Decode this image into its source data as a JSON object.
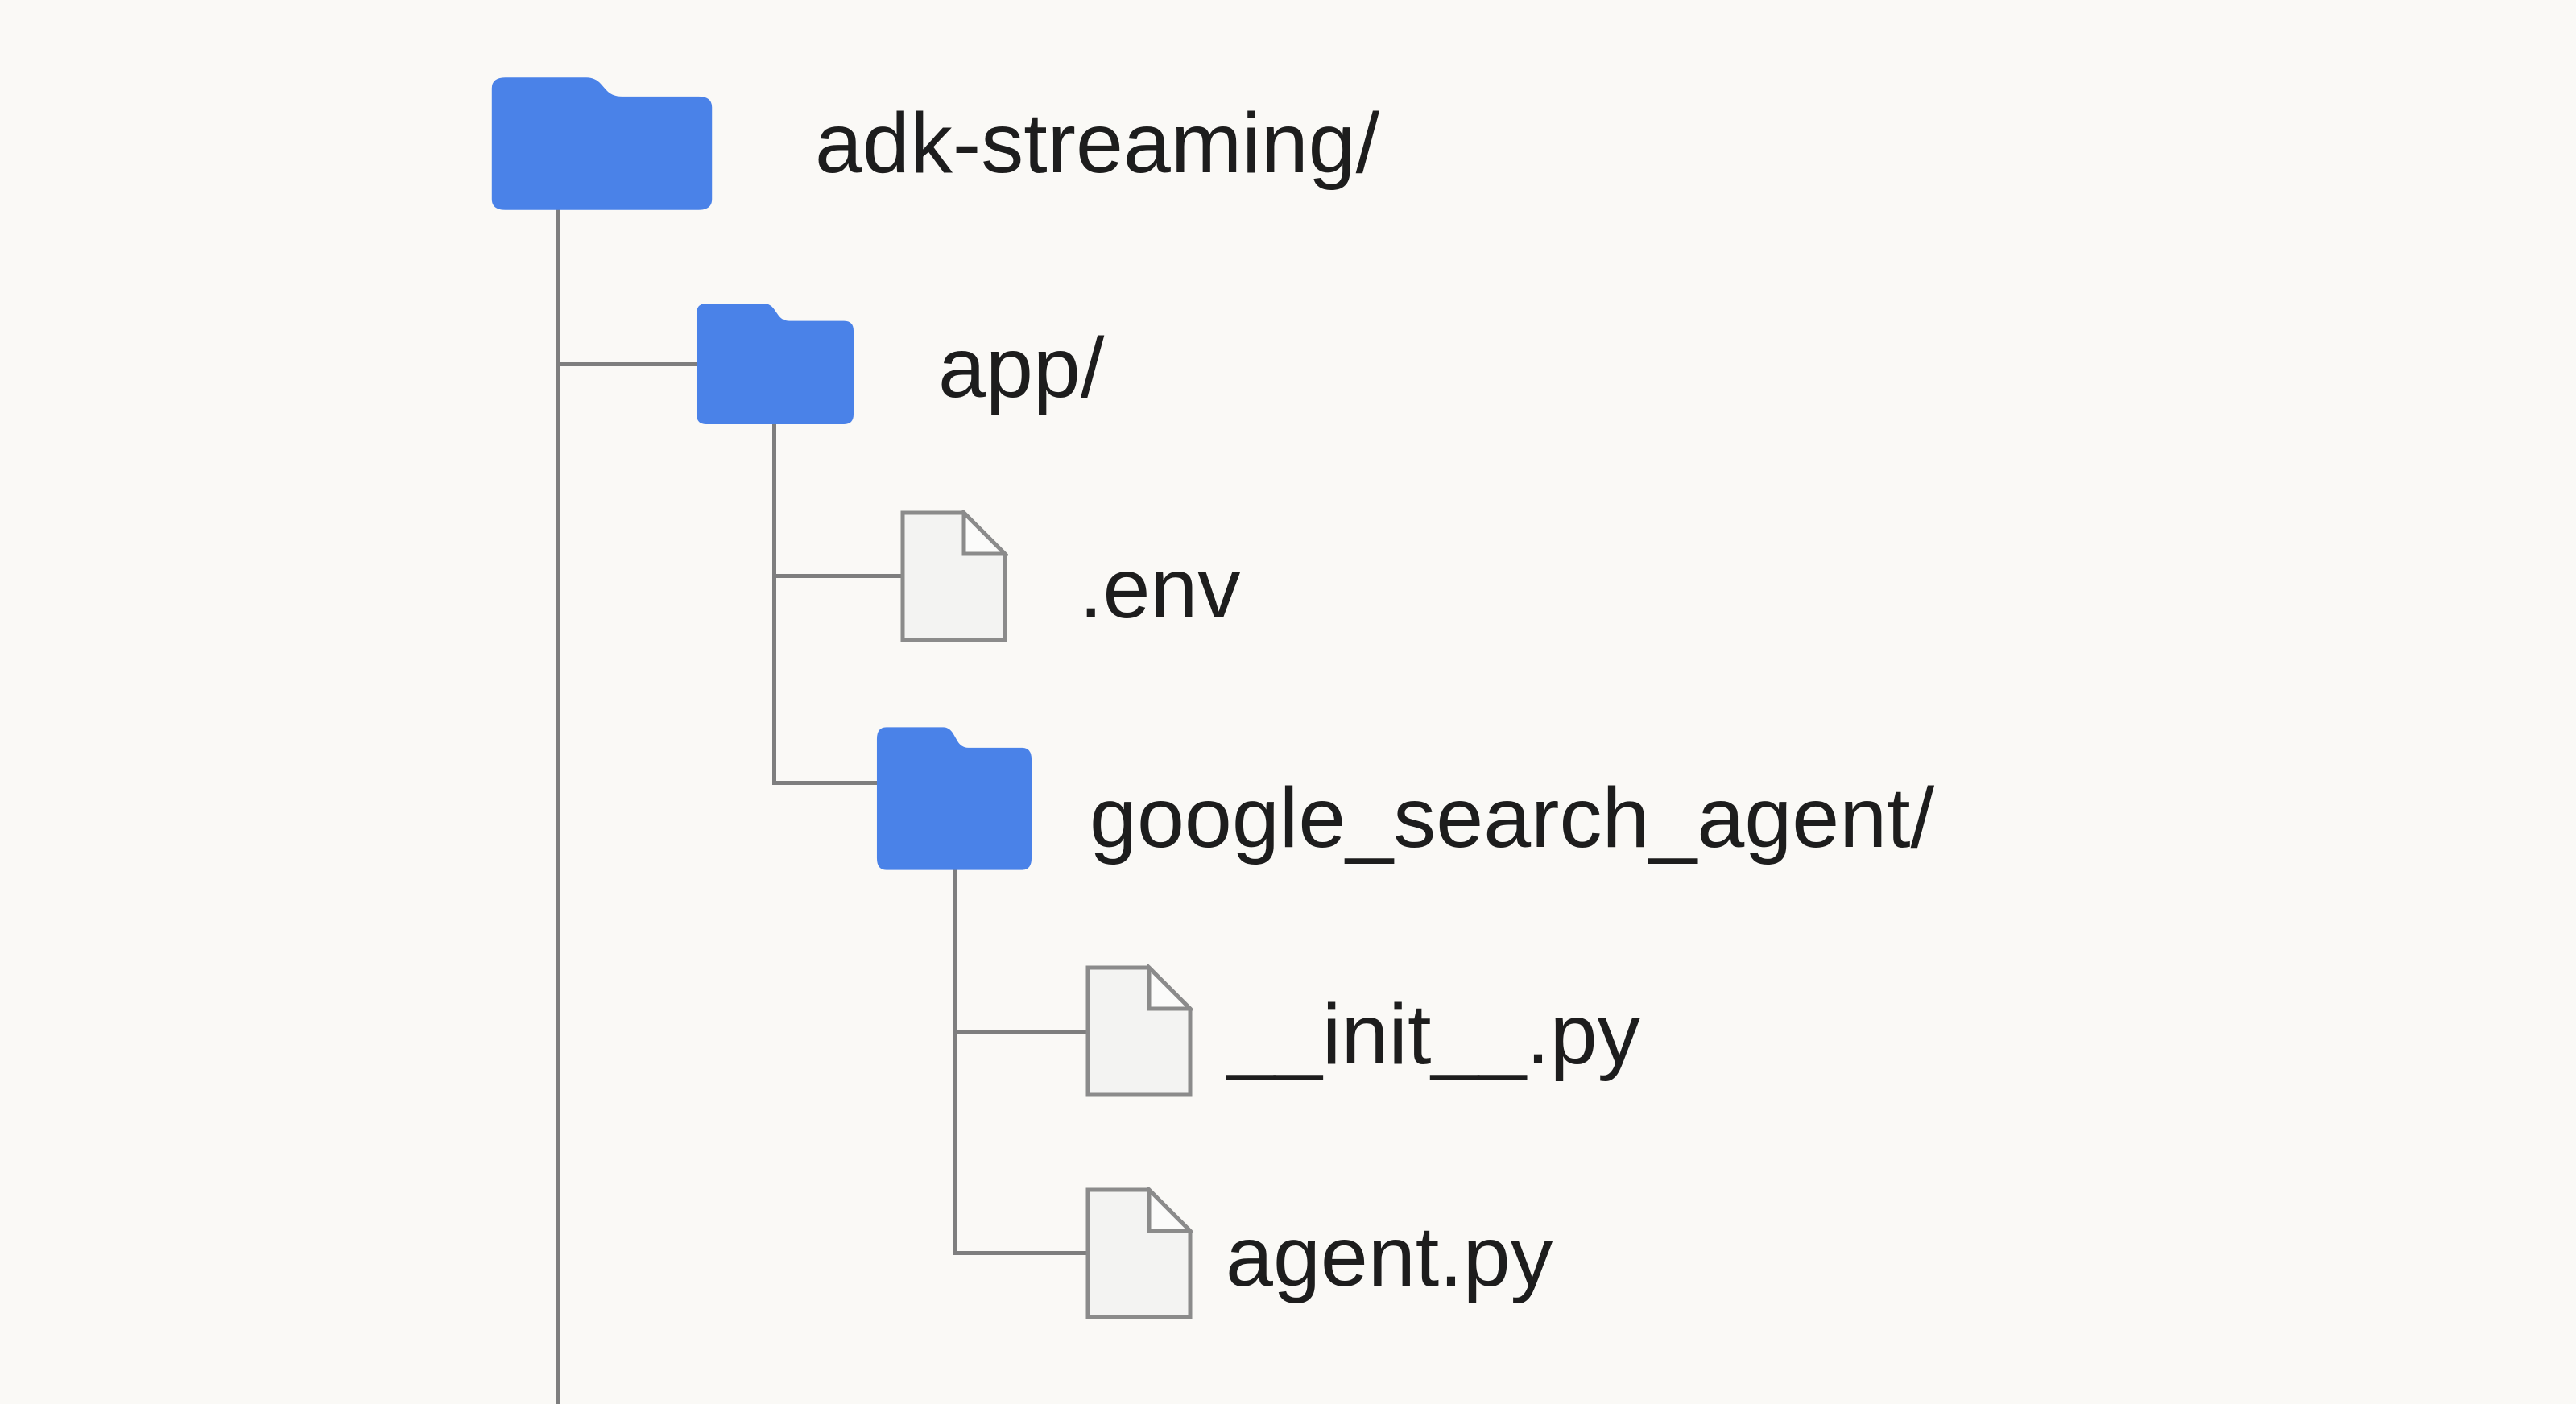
{
  "diagram": {
    "type": "file-tree",
    "nodes": [
      {
        "label": "adk-streaming/",
        "type": "folder",
        "depth": 0
      },
      {
        "label": "app/",
        "type": "folder",
        "depth": 1
      },
      {
        "label": ".env",
        "type": "file",
        "depth": 2
      },
      {
        "label": "google_search_agent/",
        "type": "folder",
        "depth": 2
      },
      {
        "label": "__init__.py",
        "type": "file",
        "depth": 3
      },
      {
        "label": "agent.py",
        "type": "file",
        "depth": 3
      }
    ]
  },
  "colors": {
    "background": "#faf9f6",
    "folder_blue": "#4a82e8",
    "file_fill": "#f3f3f2",
    "file_fold_fill": "#fbfbfa",
    "file_border": "#8b8b8b",
    "connector": "#7e7e7e",
    "text": "#1d1d1d"
  }
}
